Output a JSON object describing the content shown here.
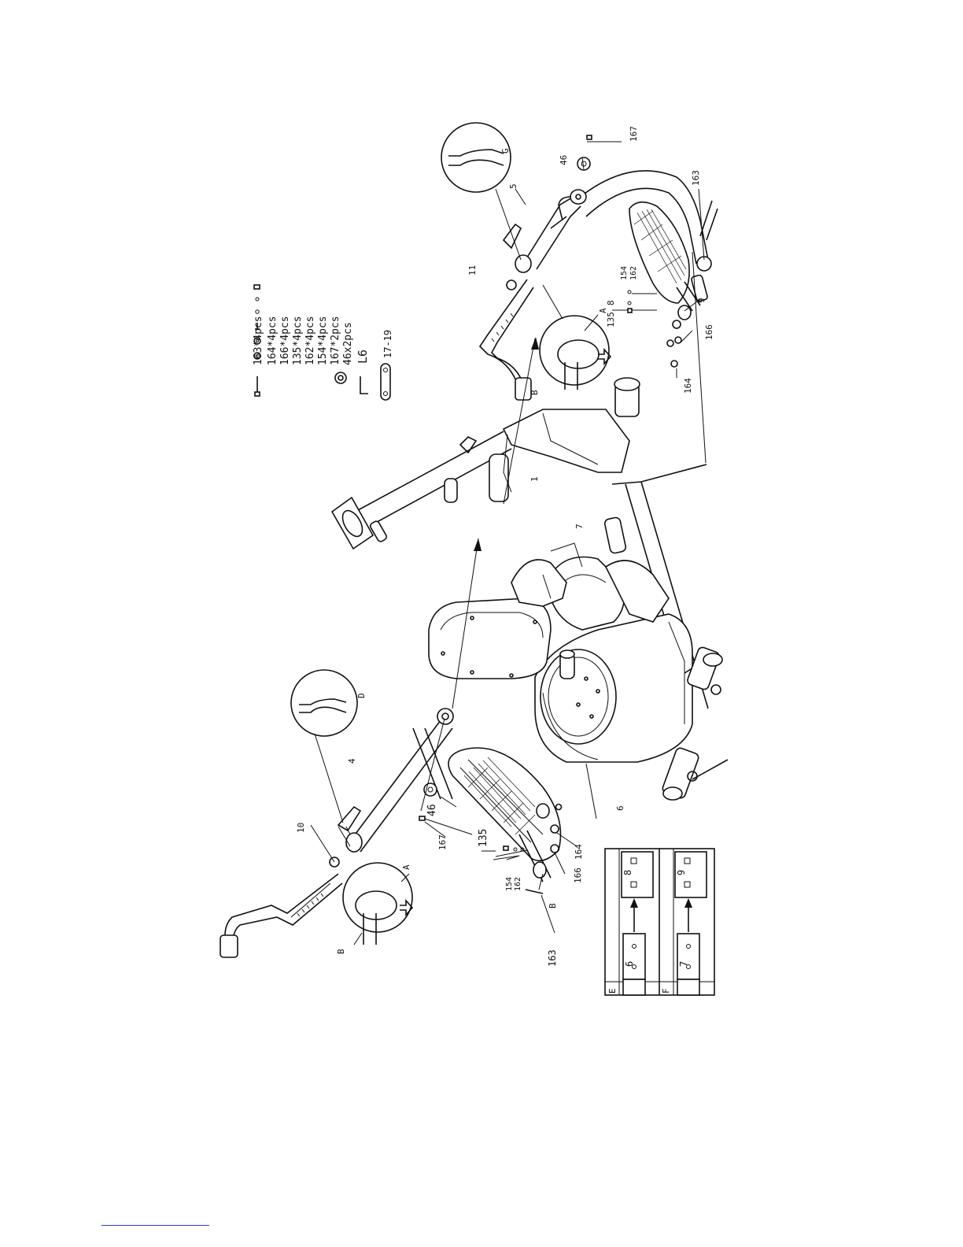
{
  "parts_list": [
    {
      "label": "163*4pcs",
      "icon": "bolt-long-icon"
    },
    {
      "label": "164*4pcs",
      "icon": "nut-icon"
    },
    {
      "label": "166*4pcs",
      "icon": "washer-icon"
    },
    {
      "label": "135*4pcs",
      "icon": "bolt-short-icon"
    },
    {
      "label": "162*4pcs",
      "icon": "ring-icon"
    },
    {
      "label": "154*4pcs",
      "icon": "ring-small-icon"
    },
    {
      "label": "167*2pcs",
      "icon": "screw-icon"
    },
    {
      "label": "46x2pcs",
      "icon": "cap-icon"
    }
  ],
  "tools": [
    {
      "label": "L6",
      "icon": "allen-key-icon"
    },
    {
      "label": "17-19",
      "icon": "wrench-icon"
    }
  ],
  "callouts": {
    "p10": "10",
    "p4": "4",
    "p46_left": "46",
    "p167_left": "167",
    "p135_left": "135",
    "p154_left": "154",
    "p162_left": "162",
    "p163_left": "163",
    "p166_left": "166",
    "p164_left": "164",
    "pB_left": "B",
    "pB_left2": "B",
    "pA_left": "A",
    "pD": "D",
    "p6": "6",
    "p7": "7",
    "p1": "1",
    "p11": "11",
    "p5": "5",
    "p46_right": "46",
    "p167_right": "167",
    "pG": "G",
    "p163_right": "163",
    "p154_right": "154",
    "p162_right": "162",
    "p135_right": "135",
    "p8_right": "8",
    "p9": "9",
    "p166_right": "166",
    "p164_right": "164",
    "pA_right": "A",
    "pB_right": "B"
  },
  "detail_box": {
    "panel_e": {
      "letter": "E",
      "from": "6",
      "to": "8"
    },
    "panel_f": {
      "letter": "F",
      "from": "7",
      "to": "9"
    }
  }
}
